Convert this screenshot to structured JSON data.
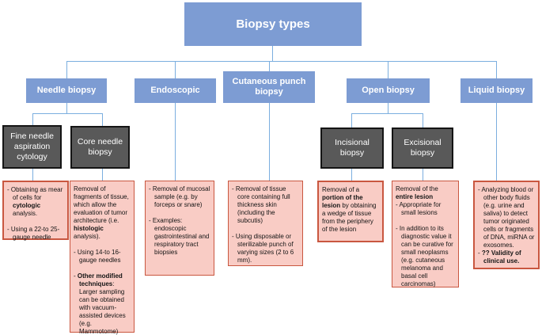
{
  "diagram": {
    "title": "Biopsy types",
    "colors": {
      "branch_fill": "#7D9CD3",
      "category_fill": "#595959",
      "category_border": "#141414",
      "note_fill": "#F9CCC5",
      "note_border": "#C95740",
      "line_color": "#7BAEDF"
    },
    "branches": [
      {
        "label": "Needle biopsy",
        "children": [
          {
            "label": "Fine needle aspiration cytology",
            "note": [
              {
                "gap": false,
                "seg": [
                  {
                    "t": "- Obtaining as mear of cells for "
                  },
                  {
                    "t": "cytologic",
                    "b": true
                  },
                  {
                    "t": " analysis."
                  }
                ]
              },
              {
                "gap": true,
                "seg": [
                  {
                    "t": "- Using a 22-to 25-gauge needle"
                  }
                ]
              }
            ]
          },
          {
            "label": "Core needle biopsy",
            "note": [
              {
                "gap": false,
                "seg": [
                  {
                    "t": "Removal of fragments of tissue, which allow the evaluation of tumor architecture (i.e. "
                  },
                  {
                    "t": "histologic",
                    "b": true
                  },
                  {
                    "t": " analysis)."
                  }
                ]
              },
              {
                "gap": true,
                "seg": [
                  {
                    "t": "- Using 14-to 16-gauge needles"
                  }
                ]
              },
              {
                "gap": true,
                "seg": [
                  {
                    "t": "- "
                  },
                  {
                    "t": "Other modified techniques",
                    "b": true
                  },
                  {
                    "t": ": Larger sampling can be obtained with vacuum-assisted devices (e.g. Mammotome)"
                  }
                ]
              }
            ]
          }
        ]
      },
      {
        "label": "Endoscopic",
        "note": [
          {
            "gap": false,
            "seg": [
              {
                "t": "- Removal of mucosal sample (e.g. by forceps or snare)"
              }
            ]
          },
          {
            "gap": true,
            "seg": [
              {
                "t": "- Examples: endoscopic gastrointestinal and respiratory tract biopsies"
              }
            ]
          }
        ]
      },
      {
        "label": "Cutaneous punch biopsy",
        "note": [
          {
            "gap": false,
            "seg": [
              {
                "t": "- Removal of tissue core containing full thickness skin (including the subcutis)"
              }
            ]
          },
          {
            "gap": true,
            "seg": [
              {
                "t": "- Using disposable or sterilizable punch of varying sizes (2 to 6 mm)."
              }
            ]
          }
        ]
      },
      {
        "label": "Open biopsy",
        "children": [
          {
            "label": "Incisional biopsy",
            "note": [
              {
                "gap": false,
                "seg": [
                  {
                    "t": "Removal of a "
                  },
                  {
                    "t": "portion of the lesion",
                    "b": true
                  },
                  {
                    "t": " by obtaining a wedge of tissue from the periphery of the lesion"
                  }
                ]
              }
            ]
          },
          {
            "label": "Excisional biopsy",
            "note": [
              {
                "gap": false,
                "seg": [
                  {
                    "t": "Removal of the "
                  },
                  {
                    "t": "entire lesion",
                    "b": true
                  }
                ]
              },
              {
                "gap": false,
                "seg": [
                  {
                    "t": "- Appropriate for small lesions"
                  }
                ]
              },
              {
                "gap": true,
                "seg": [
                  {
                    "t": "- In addition to its diagnostic value it can be curative for small neoplasms (e.g. cutaneous melanoma and basal cell carcinomas)"
                  }
                ]
              }
            ]
          }
        ]
      },
      {
        "label": "Liquid biopsy",
        "note": [
          {
            "gap": false,
            "seg": [
              {
                "t": "- Analyzing blood or other body fluids (e.g. urine and saliva) to detect tumor originated cells or fragments of DNA, miRNA or exosomes."
              }
            ]
          },
          {
            "gap": false,
            "seg": [
              {
                "t": "- "
              },
              {
                "t": "?? Validity of clinical use.",
                "b": true
              }
            ]
          }
        ]
      }
    ]
  }
}
